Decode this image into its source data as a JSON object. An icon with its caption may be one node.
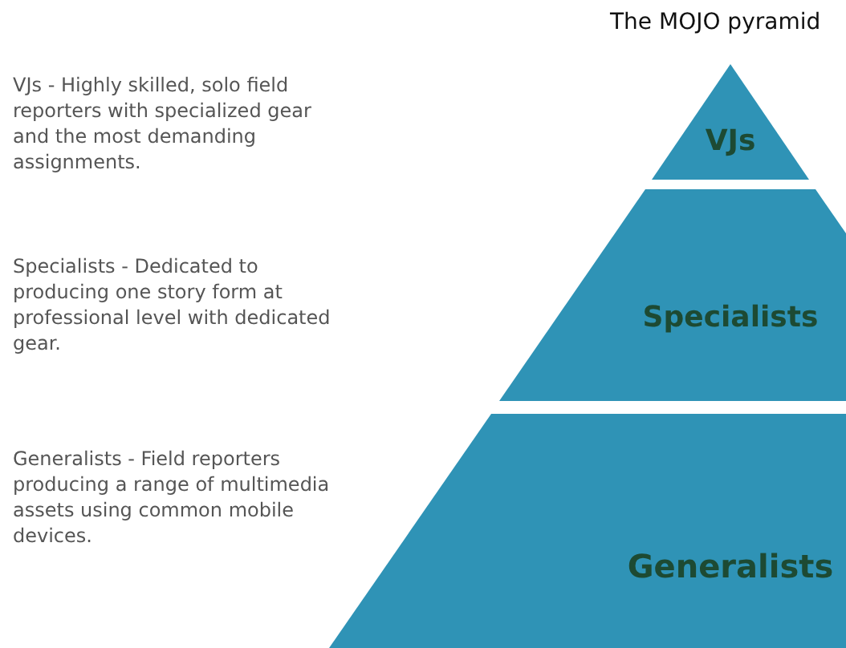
{
  "diagram": {
    "title": "The MOJO pyramid",
    "nodes": [
      {
        "text": [
          "VJs"
        ]
      },
      {
        "text": [
          "Specialists"
        ]
      },
      {
        "text": [
          "Generalists"
        ]
      }
    ],
    "edges": [],
    "labels": [
      "VJs - Highly skilled, solo field reporters with specialized gear and the most demanding assignments.",
      "Specialists - Dedicated to producing one story form at professional level with dedicated gear.",
      "Generalists - Field reporters producing a range of multimedia assets using common mobile devices."
    ]
  }
}
